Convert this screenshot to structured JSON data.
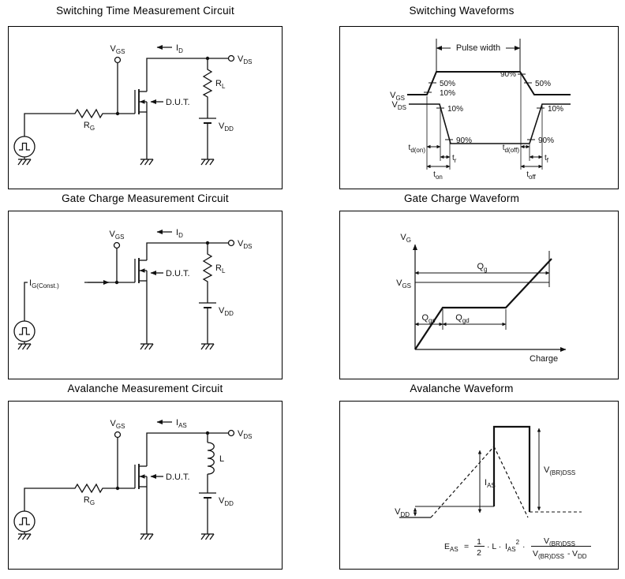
{
  "figure": {
    "background": "#ffffff",
    "line_color": "#111111"
  },
  "panels": [
    {
      "title": "Switching Time Measurement Circuit",
      "labels": {
        "vgs": {
          "b": "V",
          "s": "GS"
        },
        "id": {
          "b": "I",
          "s": "D"
        },
        "vds": {
          "b": "V",
          "s": "DS"
        },
        "rl": {
          "b": "R",
          "s": "L"
        },
        "dut": "D.U.T.",
        "rg": {
          "b": "R",
          "s": "G"
        },
        "vdd": {
          "b": "V",
          "s": "DD"
        }
      }
    },
    {
      "title": "Switching Waveforms",
      "labels": {
        "pulse_width": "Pulse width",
        "vgs": {
          "b": "V",
          "s": "GS"
        },
        "vds": {
          "b": "V",
          "s": "DS"
        },
        "p50_rise": "50%",
        "p10_rise": "10%",
        "p90_fall": "90%",
        "p50_fall": "50%",
        "p10_fall_left": "10%",
        "p90_fall_left": "90%",
        "p90_rise_right": "90%",
        "p10_rise_right": "10%",
        "td_on": {
          "b": "t",
          "s": "d(on)"
        },
        "tr": {
          "b": "t",
          "s": "r"
        },
        "ton": {
          "b": "t",
          "s": "on"
        },
        "td_off": {
          "b": "t",
          "s": "d(off)"
        },
        "tf": {
          "b": "t",
          "s": "f"
        },
        "toff": {
          "b": "t",
          "s": "off"
        }
      }
    },
    {
      "title": "Gate Charge Measurement Circuit",
      "labels": {
        "vgs": {
          "b": "V",
          "s": "GS"
        },
        "id": {
          "b": "I",
          "s": "D"
        },
        "vds": {
          "b": "V",
          "s": "DS"
        },
        "rl": {
          "b": "R",
          "s": "L"
        },
        "dut": "D.U.T.",
        "ig": {
          "b": "I",
          "s": "G(Const.)"
        },
        "vdd": {
          "b": "V",
          "s": "DD"
        }
      }
    },
    {
      "title": "Gate Charge Waveform",
      "labels": {
        "vg": {
          "b": "V",
          "s": "G"
        },
        "qg": {
          "b": "Q",
          "s": "g"
        },
        "vgs": {
          "b": "V",
          "s": "GS"
        },
        "qgs": {
          "b": "Q",
          "s": "gs"
        },
        "qgd": {
          "b": "Q",
          "s": "gd"
        },
        "charge": "Charge"
      }
    },
    {
      "title": "Avalanche Measurement Circuit",
      "labels": {
        "vgs": {
          "b": "V",
          "s": "GS"
        },
        "ias": {
          "b": "I",
          "s": "AS"
        },
        "vds": {
          "b": "V",
          "s": "DS"
        },
        "l": "L",
        "dut": "D.U.T.",
        "rg": {
          "b": "R",
          "s": "G"
        },
        "vdd": {
          "b": "V",
          "s": "DD"
        }
      }
    },
    {
      "title": "Avalanche Waveform",
      "labels": {
        "ias": {
          "b": "I",
          "s": "AS"
        },
        "vbrdss": {
          "b": "V",
          "s": "(BR)DSS"
        },
        "vdd": {
          "b": "V",
          "s": "DD"
        }
      },
      "formula": {
        "eas": {
          "b": "E",
          "s": "AS"
        },
        "eq": "=",
        "num1": "1",
        "den1": "2",
        "mid": "· L ·",
        "ias_sq": {
          "b": "I",
          "s": "AS",
          "p": "2"
        },
        "dot": "·",
        "num2": {
          "b": "V",
          "s": "(BR)DSS"
        },
        "den2a": {
          "b": "V",
          "s": "(BR)DSS"
        },
        "minus": "-",
        "den2b": {
          "b": "V",
          "s": "DD"
        }
      }
    }
  ]
}
